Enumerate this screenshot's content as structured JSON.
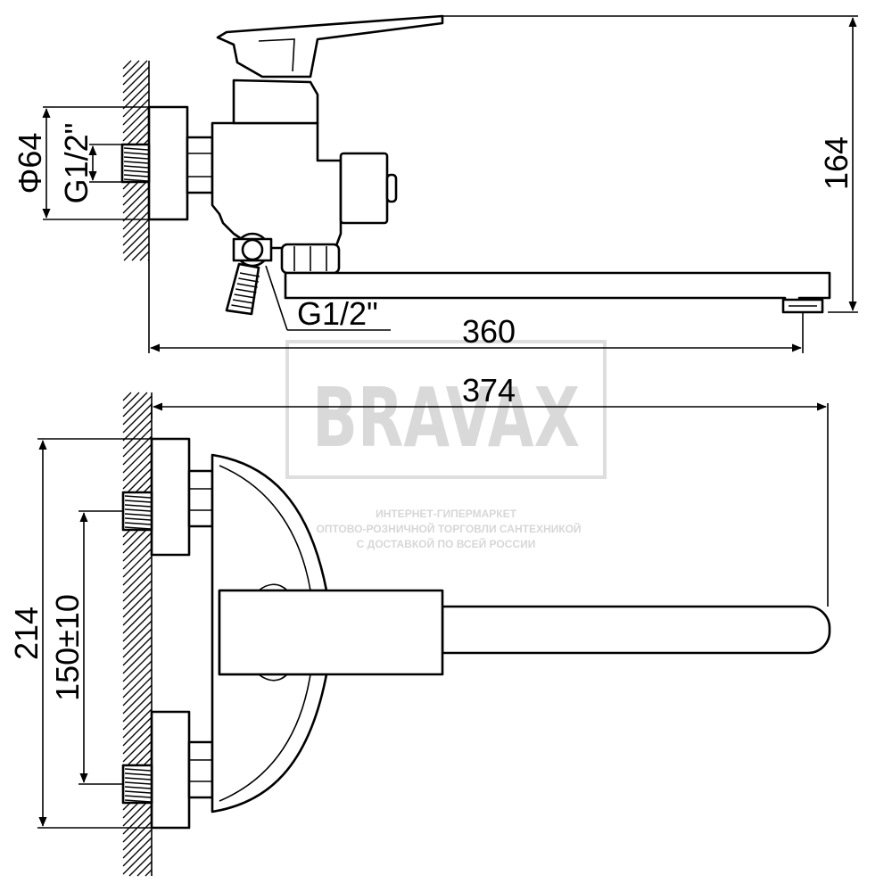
{
  "dimensions": {
    "diameter": "Φ64",
    "thread_wall": "G1/2\"",
    "height": "164",
    "thread_outlet": "G1/2\"",
    "spout_reach": "360",
    "total_length": "374",
    "total_height": "214",
    "center_distance": "150±10"
  },
  "watermark": {
    "brand": "BRAVAX",
    "line1": "ИНТЕРНЕТ-ГИПЕРМАРКЕТ",
    "line2": "ОПТОВО-РОЗНИЧНОЙ ТОРГОВЛИ САНТЕХНИКОЙ",
    "line3": "С ДОСТАВКОЙ ПО ВСЕЙ РОССИИ"
  }
}
